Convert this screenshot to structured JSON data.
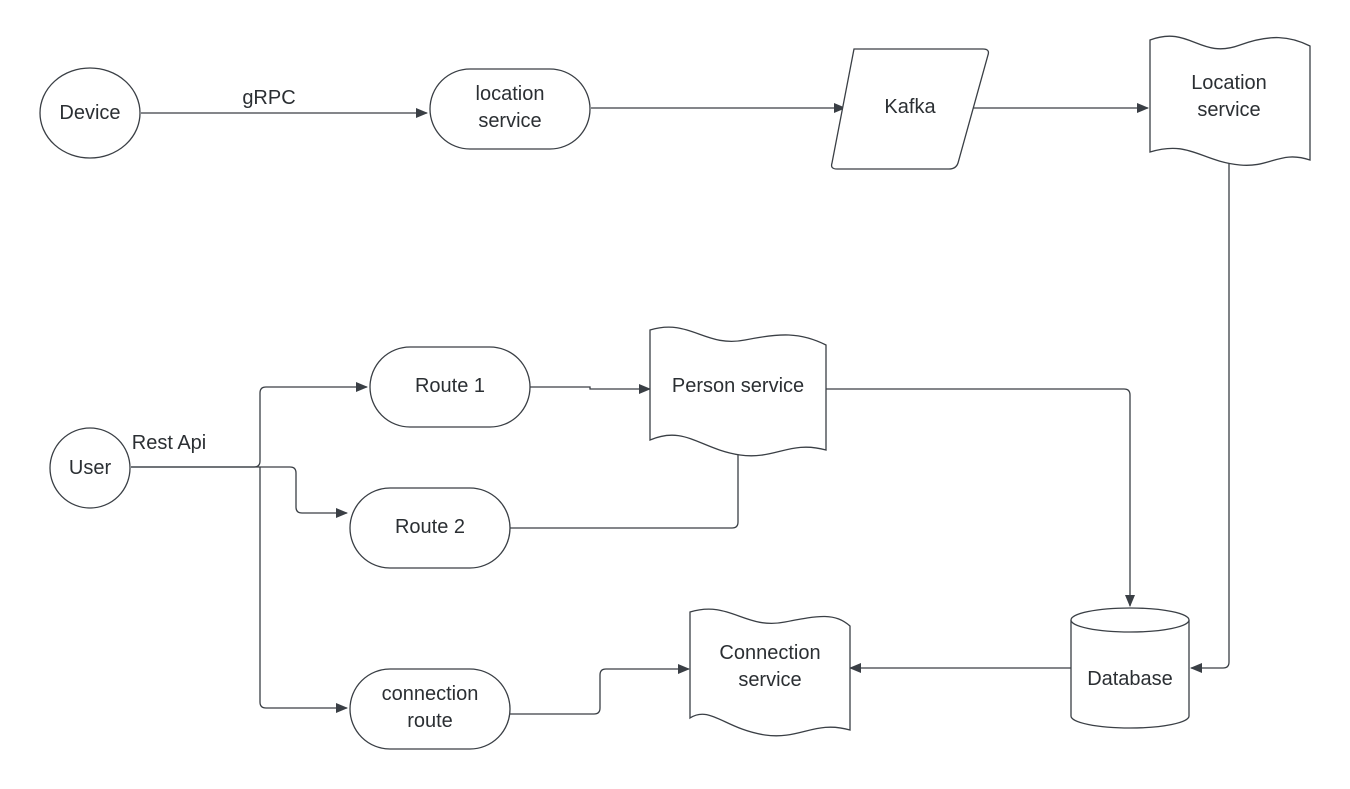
{
  "nodes": {
    "device": {
      "label": "Device"
    },
    "location_service_small": {
      "line1": "location",
      "line2": "service"
    },
    "kafka": {
      "label": "Kafka"
    },
    "location_service_doc": {
      "line1": "Location",
      "line2": "service"
    },
    "user": {
      "label": "User"
    },
    "route_1": {
      "label": "Route 1"
    },
    "route_2": {
      "label": "Route 2"
    },
    "person_service": {
      "label": "Person service"
    },
    "connection_route": {
      "line1": "connection",
      "line2": "route"
    },
    "connection_service": {
      "line1": "Connection",
      "line2": "service"
    },
    "database": {
      "label": "Database"
    }
  },
  "edges": {
    "grpc_label": "gRPC",
    "rest_api_label": "Rest Api"
  },
  "colors": {
    "stroke": "#3a3f45",
    "text": "#2b2f33",
    "background": "#ffffff"
  }
}
